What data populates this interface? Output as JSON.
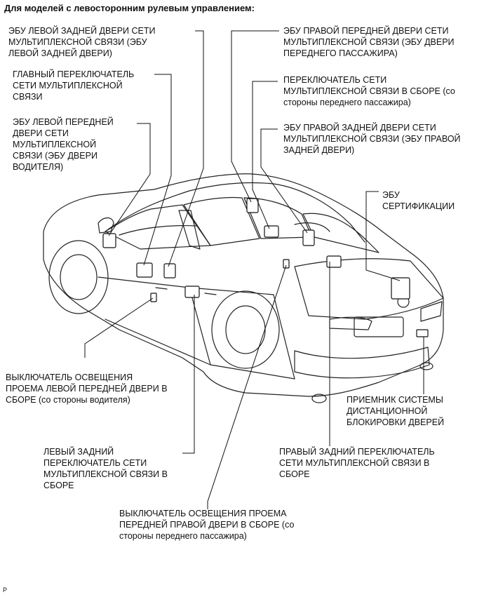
{
  "header": "Для моделей с левосторонним рулевым управлением:",
  "labels": {
    "ecu_left_rear": "ЭБУ ЛЕВОЙ ЗАДНЕЙ ДВЕРИ СЕТИ\nМУЛЬТИПЛЕКСНОЙ СВЯЗИ (ЭБУ\nЛЕВОЙ ЗАДНЕЙ ДВЕРИ)",
    "main_switch": "ГЛАВНЫЙ ПЕРЕКЛЮЧАТЕЛЬ\nСЕТИ МУЛЬТИПЛЕКСНОЙ\nСВЯЗИ",
    "ecu_left_front": "ЭБУ ЛЕВОЙ ПЕРЕДНЕЙ\nДВЕРИ СЕТИ\nМУЛЬТИПЛЕКСНОЙ\nСВЯЗИ (ЭБУ ДВЕРИ\nВОДИТЕЛЯ)",
    "ecu_right_front": "ЭБУ ПРАВОЙ ПЕРЕДНЕЙ ДВЕРИ СЕТИ\nМУЛЬТИПЛЕКСНОЙ СВЯЗИ (ЭБУ ДВЕРИ\nПЕРЕДНЕГО ПАССАЖИРА)",
    "switch_passenger": "ПЕРЕКЛЮЧАТЕЛЬ СЕТИ\nМУЛЬТИПЛЕКСНОЙ СВЯЗИ В СБОРЕ (со\nстороны переднего пассажира)",
    "ecu_right_rear": "ЭБУ ПРАВОЙ ЗАДНЕЙ ДВЕРИ СЕТИ\nМУЛЬТИПЛЕКСНОЙ СВЯЗИ (ЭБУ ПРАВОЙ\nЗАДНЕЙ ДВЕРИ)",
    "ecu_cert": "ЭБУ\nСЕРТИФИКАЦИИ",
    "light_switch_left_front": "ВЫКЛЮЧАТЕЛЬ ОСВЕЩЕНИЯ\nПРОЕМА ЛЕВОЙ ПЕРЕДНЕЙ ДВЕРИ В\nСБОРЕ (со стороны водителя)",
    "receiver": "ПРИЕМНИК СИСТЕМЫ\nДИСТАНЦИОННОЙ\nБЛОКИРОВКИ ДВЕРЕЙ",
    "left_rear_switch": "ЛЕВЫЙ ЗАДНИЙ\nПЕРЕКЛЮЧАТЕЛЬ СЕТИ\nМУЛЬТИПЛЕКСНОЙ СВЯЗИ В\nСБОРЕ",
    "right_rear_switch": "ПРАВЫЙ ЗАДНИЙ ПЕРЕКЛЮЧАТЕЛЬ\nСЕТИ МУЛЬТИПЛЕКСНОЙ СВЯЗИ В\nСБОРЕ",
    "light_switch_right_front": "ВЫКЛЮЧАТЕЛЬ ОСВЕЩЕНИЯ ПРОЕМА\nПЕРЕДНЕЙ ПРАВОЙ ДВЕРИ В СБОРЕ (со\nстороны переднего пассажира)"
  },
  "footer_code": "P"
}
